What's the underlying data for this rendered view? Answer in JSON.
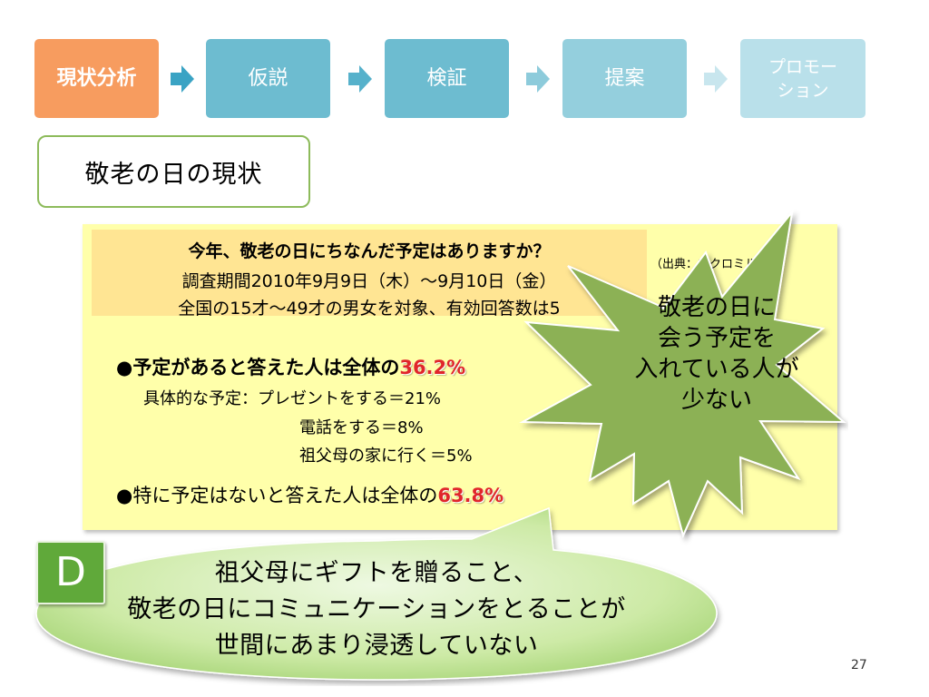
{
  "flow": {
    "steps": [
      "現状分析",
      "仮説",
      "検証",
      "提案",
      "プロモー\nション"
    ],
    "colors": {
      "active": "#f79c5f",
      "step": "#6dbcd0",
      "light": "#b9e0ea",
      "arrow": "#3aa3c4"
    }
  },
  "subtitle": "敬老の日の現状",
  "survey": {
    "question": "今年、敬老の日にちなんだ予定はありますか？",
    "period": "調査期間2010年9月9日（木）～9月10日（金）",
    "target": "全国の15才～49才の男女を対象、有効回答数は5",
    "source": "（出典：マクロミル",
    "bullet1_prefix": "●予定があると答えた人は全体の",
    "bullet1_value": "36.2%",
    "detail1": "具体的な予定：プレゼントをする＝21%",
    "detail2": "電話をする＝8%",
    "detail3": "祖父母の家に行く＝5%",
    "bullet2_prefix": "●特に予定はないと答えた人は全体の",
    "bullet2_value": "63.8%"
  },
  "burst": {
    "text": "敬老の日に\n会う予定を\n入れている人が\n少ない",
    "color": "#8cb155"
  },
  "callout": {
    "badge": "D",
    "text": "祖父母にギフトを贈ること、\n敬老の日にコミュニケーションをとることが\n世間にあまり浸透していない",
    "color": "#c4e89a"
  },
  "page_number": "27"
}
